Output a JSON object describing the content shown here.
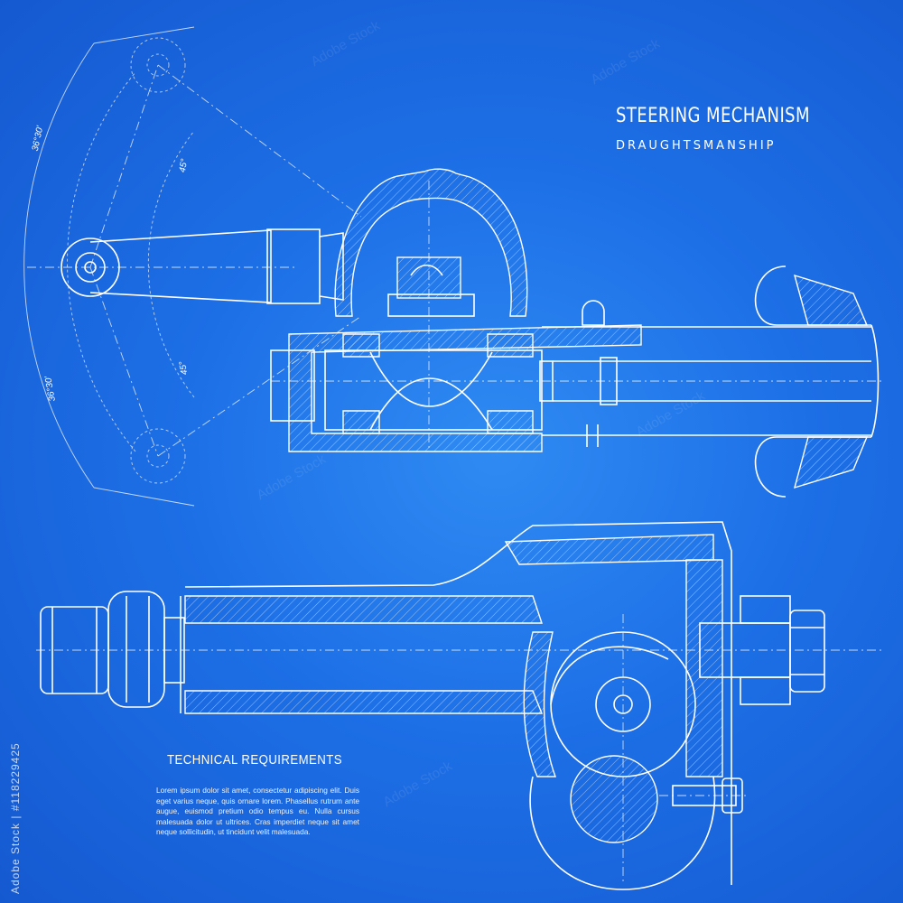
{
  "header": {
    "title": "STEERING MECHANISM",
    "subtitle": "DRAUGHTSMANSHIP"
  },
  "requirements": {
    "title": "TECHNICAL REQUIREMENTS",
    "body": "Lorem ipsum dolor sit amet, consectetur adipiscing elit. Duis eget varius neque, quis ornare lorem. Phasellus rutrum ante augue, euismod pretium odio tempus eu. Nulla cursus malesuada dolor ut ultrices. Cras imperdiet neque sit amet neque sollicitudin, ut tincidunt velit malesuada."
  },
  "dimensions": {
    "angle_upper": "36°30'",
    "angle_lower": "36°30'",
    "angle_45_upper": "45°",
    "angle_45_lower": "45°"
  },
  "credit": "Adobe Stock | #118229425",
  "watermark": "Adobe Stock",
  "colors": {
    "background": "#1d6fe6",
    "line": "#ffffff"
  }
}
